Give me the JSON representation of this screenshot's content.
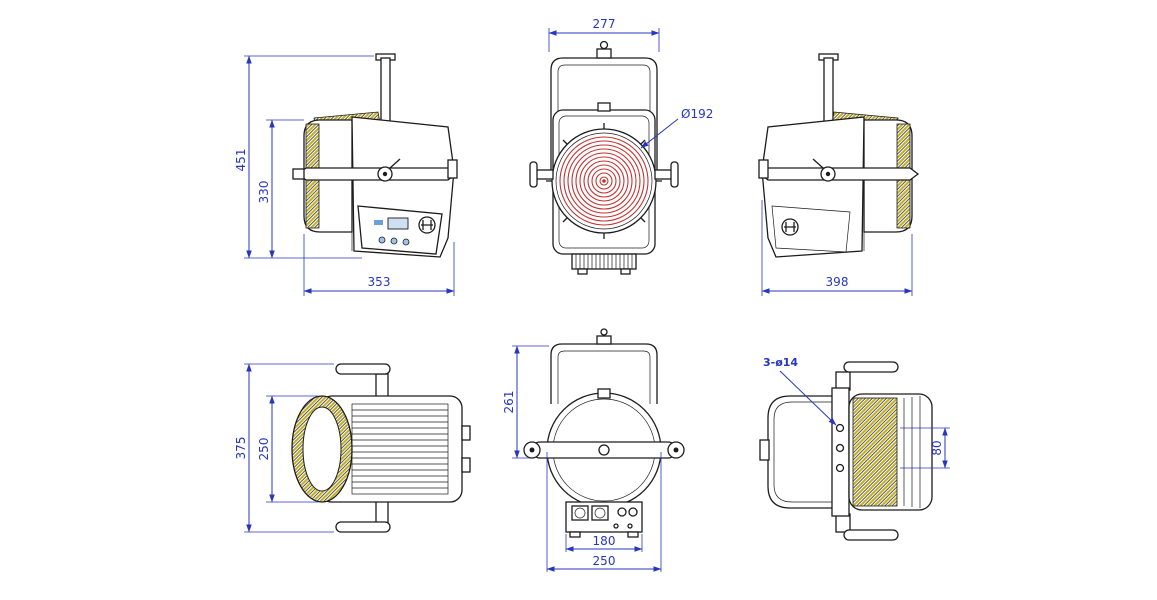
{
  "colors": {
    "outline": "#1c1c1c",
    "dimension_blue": "#2736c0",
    "lens_red": "#c43232",
    "fin_yellow": "#bfae2a"
  },
  "dimensions": {
    "side_left": {
      "overall_height": "451",
      "body_height": "330",
      "body_width": "353"
    },
    "front": {
      "yoke_width": "277",
      "lens_diameter": "Ø192"
    },
    "side_right": {
      "body_width": "398"
    },
    "top": {
      "overall_depth": "375",
      "body_depth": "250"
    },
    "rear": {
      "yoke_height": "261",
      "base_width": "180",
      "body_width": "250"
    },
    "bracket": {
      "hole_callout": "3-ø14",
      "hole_spacing": "80"
    }
  }
}
